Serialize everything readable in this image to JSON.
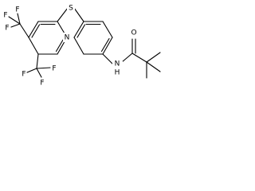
{
  "molecule": {
    "atoms": {
      "n_pyridine": "N",
      "s_thioether": "S",
      "nh_amide": "N",
      "h_amide": "H",
      "o_carbonyl": "O",
      "f_top_1": "F",
      "f_top_2": "F",
      "f_top_3": "F",
      "f_bottom_1": "F",
      "f_bottom_2": "F",
      "f_bottom_3": "F"
    }
  }
}
